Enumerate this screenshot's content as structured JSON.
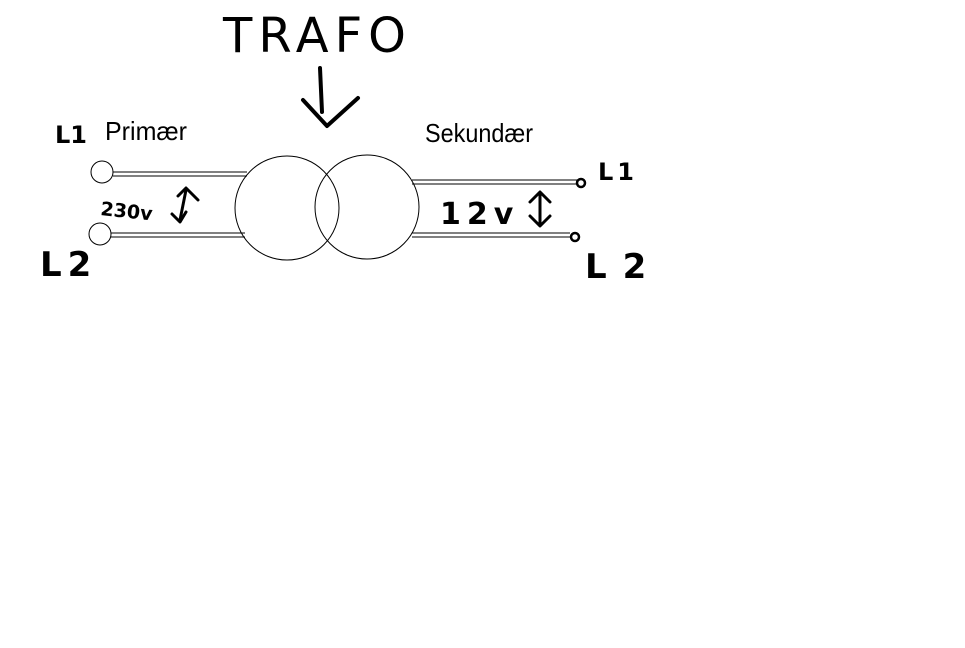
{
  "title": "TRAFO",
  "primary": {
    "label": "Primær",
    "top_terminal": "L1",
    "bottom_terminal": "L2",
    "voltage": "230v"
  },
  "secondary": {
    "label": "Sekundær",
    "top_terminal": "L1",
    "bottom_terminal": "L2",
    "voltage": "12v"
  },
  "colors": {
    "ink": "#000000",
    "background": "#ffffff"
  }
}
